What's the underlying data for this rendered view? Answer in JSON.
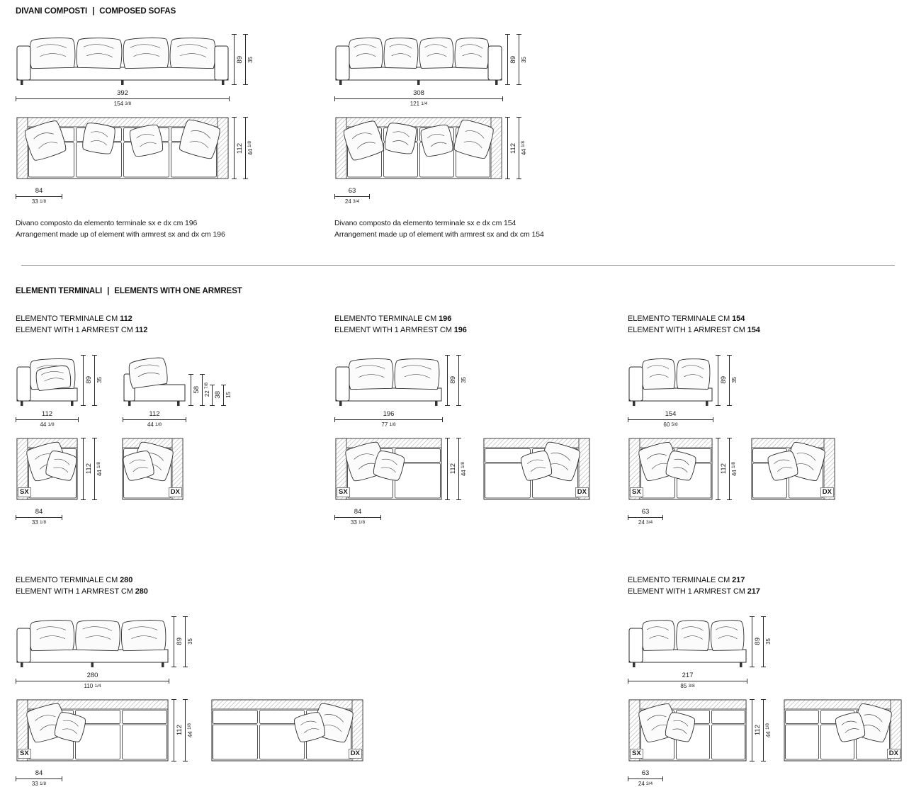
{
  "composed": {
    "heading_it": "DIVANI COMPOSTI",
    "heading_sep": "|",
    "heading_en": "COMPOSED SOFAS",
    "items": [
      {
        "front": {
          "w_cm": "392",
          "w_in": "154 3/8",
          "h_cm": "89",
          "h_in": "35"
        },
        "top": {
          "d_cm": "112",
          "d_in": "44 1/8",
          "a_cm": "84",
          "a_in": "33 1/8"
        },
        "caption_it": "Divano composto da elemento terminale sx e dx cm 196",
        "caption_en": "Arrangement made up of element with armrest sx and dx cm 196"
      },
      {
        "front": {
          "w_cm": "308",
          "w_in": "121 1/4",
          "h_cm": "89",
          "h_in": "35"
        },
        "top": {
          "d_cm": "112",
          "d_in": "44 1/8",
          "a_cm": "63",
          "a_in": "24 3/4"
        },
        "caption_it": "Divano composto da elemento terminale sx e dx cm 154",
        "caption_en": "Arrangement made up of element with armrest sx and dx cm 154"
      }
    ]
  },
  "terminals": {
    "heading_it": "ELEMENTI TERMINALI",
    "heading_sep": "|",
    "heading_en": "ELEMENTS WITH ONE ARMREST",
    "sx": "SX",
    "dx": "DX",
    "items": [
      {
        "title_it": "ELEMENTO TERMINALE CM",
        "title_en": "ELEMENT WITH 1 ARMREST CM",
        "size": "112",
        "front": {
          "w_cm": "112",
          "w_in": "44 1/8",
          "h_cm": "89",
          "h_in": "35"
        },
        "side": {
          "w_cm": "112",
          "w_in": "44 1/8",
          "h1_cm": "58",
          "h1_in": "22 7/8",
          "h2_cm": "38",
          "h2_in": "15"
        },
        "top": {
          "d_cm": "112",
          "d_in": "44 1/8",
          "a_cm": "84",
          "a_in": "33 1/8"
        }
      },
      {
        "title_it": "ELEMENTO TERMINALE CM",
        "title_en": "ELEMENT WITH 1 ARMREST CM",
        "size": "196",
        "front": {
          "w_cm": "196",
          "w_in": "77 1/8",
          "h_cm": "89",
          "h_in": "35"
        },
        "top": {
          "d_cm": "112",
          "d_in": "44 1/8",
          "a_cm": "84",
          "a_in": "33 1/8"
        }
      },
      {
        "title_it": "ELEMENTO TERMINALE CM",
        "title_en": "ELEMENT WITH 1 ARMREST CM",
        "size": "154",
        "front": {
          "w_cm": "154",
          "w_in": "60 5/8",
          "h_cm": "89",
          "h_in": "35"
        },
        "top": {
          "d_cm": "112",
          "d_in": "44 1/8",
          "a_cm": "63",
          "a_in": "24 3/4"
        }
      },
      {
        "title_it": "ELEMENTO TERMINALE CM",
        "title_en": "ELEMENT WITH 1 ARMREST CM",
        "size": "280",
        "front": {
          "w_cm": "280",
          "w_in": "110 1/4",
          "h_cm": "89",
          "h_in": "35"
        },
        "top": {
          "d_cm": "112",
          "d_in": "44 1/8",
          "a_cm": "84",
          "a_in": "33 1/8"
        }
      },
      {
        "title_it": "ELEMENTO TERMINALE CM",
        "title_en": "ELEMENT WITH 1 ARMREST CM",
        "size": "217",
        "front": {
          "w_cm": "217",
          "w_in": "85 3/8",
          "h_cm": "89",
          "h_in": "35"
        },
        "top": {
          "d_cm": "112",
          "d_in": "44 1/8",
          "a_cm": "63",
          "a_in": "24 3/4"
        }
      }
    ]
  }
}
